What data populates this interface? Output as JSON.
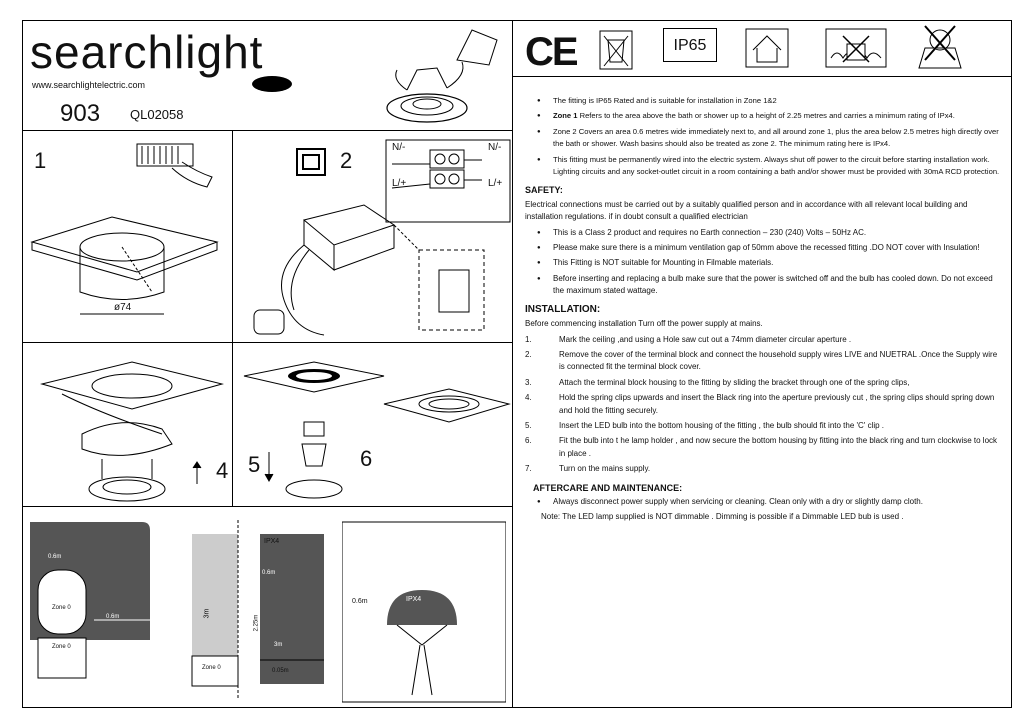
{
  "header": {
    "brand": "searchlight",
    "url": "www.searchlightelectric.com",
    "model_number": "903",
    "product_code": "QL02058"
  },
  "steps": {
    "s1": "1",
    "s2": "2",
    "s4": "4",
    "s5": "5",
    "s6": "6",
    "diameter_label": "ø74",
    "wire_labels": {
      "n_left": "N/-",
      "n_right": "N/-",
      "l_left": "L/+",
      "l_right": "L/+"
    }
  },
  "zone_diagrams": {
    "d1": {
      "h1": "0.6m",
      "zone0": "Zone 0",
      "w": "0.6m",
      "zone0b": "Zone 0"
    },
    "d2": {
      "ipx4": "IPX4",
      "h": "3m",
      "w1": "0.6m",
      "h2": "2.25m",
      "w2": "3m",
      "w3": "0.05m",
      "zone0": "Zone 0"
    },
    "d3": {
      "h": "0.6m",
      "ipx4": "IPX4"
    }
  },
  "icons": {
    "ce": "CE",
    "weee": "weee-bin-icon",
    "ip": "IP65",
    "indoor": "indoor-house-icon",
    "no_insulation": "no-insulation-icon",
    "no_flammable": "no-flammable-icon"
  },
  "text": {
    "b1": "The fitting is IP65 Rated  and is suitable for installation in Zone 1&2",
    "b2_bold": "Zone 1",
    "b2": " Refers to the area above the bath or shower up to a height of 2.25 metres and carries a minimum rating of IPx4.",
    "b3": "Zone 2 Covers an area 0.6 metres wide immediately next to, and all around zone 1, plus the area below 2.5 metres high directly over the bath or shower. Wash basins should also be treated as zone 2. The minimum rating here is IPx4.",
    "b4": "This fitting must be permanently wired into the electric system. Always shut off power to the circuit before starting installation work. Lighting circuits and any socket-outlet circuit in a room containing a bath and/or shower must be provided with 30mA RCD  protection.",
    "safety_h": "SAFETY:",
    "safety_p": "Electrical connections must be carried out by a suitably qualified person and in accordance with all relevant local building and installation regulations. if in doubt consult a qualified electrician",
    "s1": "This is a Class 2 product and requires no Earth connection – 230 (240) Volts – 50Hz AC.",
    "s2": "Please make sure there is a minimum ventilation gap of 50mm above the recessed fitting .DO NOT cover with Insulation!",
    "s3": "This Fitting is NOT suitable for Mounting in Filmable materials.",
    "s4": "Before inserting and replacing a bulb make sure that the power is switched off and the bulb has cooled down. Do not exceed the maximum stated wattage.",
    "install_h": "INSTALLATION:",
    "install_p": "Before commencing installation Turn off the power supply at mains.",
    "i1": "Mark the ceiling ,and using a Hole saw cut out a 74mm diameter circular aperture .",
    "i2": "Remove the cover of the terminal block and connect the household supply wires LIVE  and NUETRAL .Once the Supply wire is connected  fit the terminal block cover.",
    "i3": "Attach the terminal block housing to the fitting by sliding the bracket through one of the spring clips,",
    "i4": "Hold the spring clips upwards and insert the Black ring into the aperture previously cut , the spring clips should spring down and hold the fitting securely.",
    "i5": "Insert the LED bulb  into the bottom housing of the fitting , the bulb should fit into the 'C' clip .",
    "i6": "Fit the bulb into t he lamp holder , and now secure the bottom housing by fitting into the black ring and turn clockwise to lock in place .",
    "i7": "Turn on the  mains  supply.",
    "after_h": "AFTERCARE AND MAINTENANCE:",
    "a1": "Always disconnect power supply when servicing or cleaning. Clean only with a dry or slightly damp cloth.",
    "a2": "Note: The LED lamp supplied is NOT dimmable . Dimming is possible if  a Dimmable LED bub is used ."
  },
  "numbers": [
    "1.",
    "2.",
    "3.",
    "4.",
    "5.",
    "6.",
    "7."
  ]
}
